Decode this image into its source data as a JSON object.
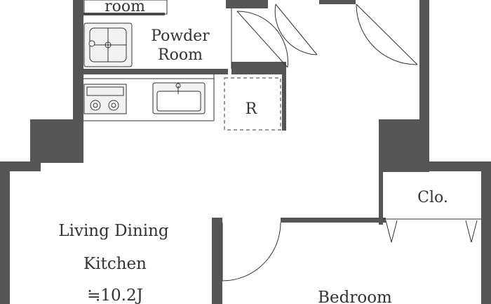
{
  "rooms": {
    "bath_partial": "room",
    "powder_line1": "Powder",
    "powder_line2": "Room",
    "refrigerator": "R",
    "closet": "Clo.",
    "ldk_line1": "Living Dining",
    "ldk_line2": "Kitchen",
    "ldk_size": "≒10.2J",
    "bedroom": "Bedroom"
  },
  "colors": {
    "wall": "#555555",
    "line": "#333333",
    "fixture_bg": "#f2f2f2"
  }
}
